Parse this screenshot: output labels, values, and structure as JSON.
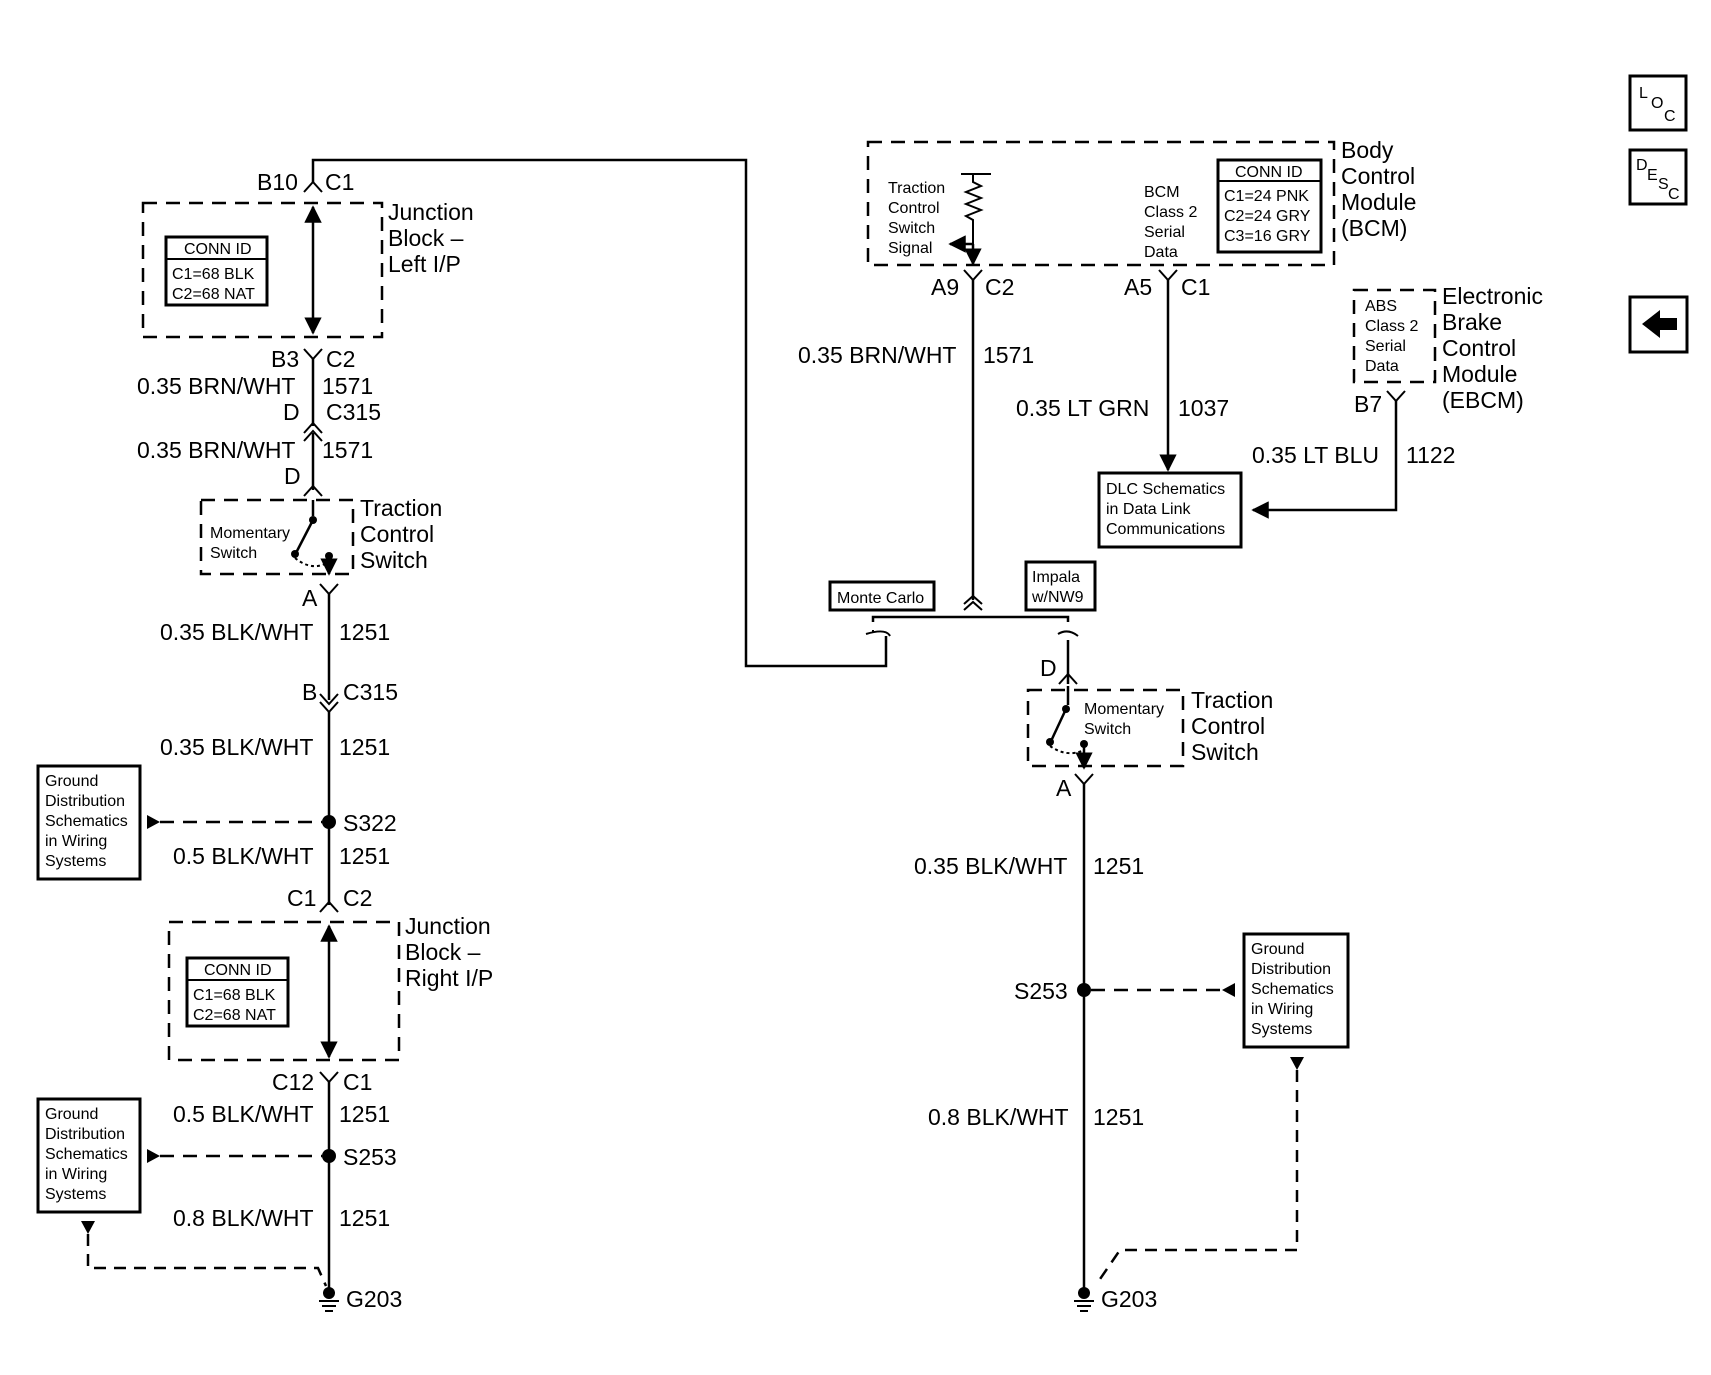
{
  "left": {
    "top_conn_pin": "B10",
    "top_conn_id": "C1",
    "jb_left_title": [
      "Junction",
      "Block –",
      "Left I/P"
    ],
    "jb_left_conn": {
      "header": "CONN ID",
      "c1": "C1=68 BLK",
      "c2": "C2=68 NAT"
    },
    "b3": "B3",
    "c2": "C2",
    "w1_gauge": "0.35 BRN/WHT",
    "w1_circuit": "1571",
    "d1": "D",
    "c315a": "C315",
    "w2_gauge": "0.35 BRN/WHT",
    "w2_circuit": "1571",
    "d2": "D",
    "switch_inner": [
      "Momentary",
      "Switch"
    ],
    "switch_title": [
      "Traction",
      "Control",
      "Switch"
    ],
    "pin_a": "A",
    "w3_gauge": "0.35 BLK/WHT",
    "w3_circuit": "1251",
    "pin_b": "B",
    "c315b": "C315",
    "w4_gauge": "0.35 BLK/WHT",
    "w4_circuit": "1251",
    "ground_ref1": [
      "Ground",
      "Distribution",
      "Schematics",
      "in Wiring",
      "Systems"
    ],
    "s322": "S322",
    "w5_gauge": "0.5 BLK/WHT",
    "w5_circuit": "1251",
    "c1b": "C1",
    "c2b": "C2",
    "jb_right_title": [
      "Junction",
      "Block –",
      "Right I/P"
    ],
    "jb_right_conn": {
      "header": "CONN ID",
      "c1": "C1=68 BLK",
      "c2": "C2=68 NAT"
    },
    "c12": "C12",
    "c1c": "C1",
    "w6_gauge": "0.5 BLK/WHT",
    "w6_circuit": "1251",
    "ground_ref2": [
      "Ground",
      "Distribution",
      "Schematics",
      "in Wiring",
      "Systems"
    ],
    "s253": "S253",
    "w7_gauge": "0.8 BLK/WHT",
    "w7_circuit": "1251",
    "g203": "G203"
  },
  "right": {
    "bcm_inner_signal": [
      "Traction",
      "Control",
      "Switch",
      "Signal"
    ],
    "bcm_inner_data": [
      "BCM",
      "Class 2",
      "Serial",
      "Data"
    ],
    "bcm_conn": {
      "header": "CONN ID",
      "c1": "C1=24 PNK",
      "c2": "C2=24 GRY",
      "c3": "C3=16 GRY"
    },
    "bcm_title": [
      "Body",
      "Control",
      "Module",
      "(BCM)"
    ],
    "a9": "A9",
    "c2": "C2",
    "a5": "A5",
    "c1": "C1",
    "w1_gauge": "0.35 BRN/WHT",
    "w1_circuit": "1571",
    "w2_gauge": "0.35 LT GRN",
    "w2_circuit": "1037",
    "ebcm_inner": [
      "ABS",
      "Class 2",
      "Serial",
      "Data"
    ],
    "ebcm_title": [
      "Electronic",
      "Brake",
      "Control",
      "Module",
      "(EBCM)"
    ],
    "b7": "B7",
    "w3_gauge": "0.35 LT BLU",
    "w3_circuit": "1122",
    "dlc_ref": [
      "DLC Schematics",
      "in Data Link",
      "Communications"
    ],
    "option_monte": "Monte Carlo",
    "option_impala": [
      "Impala",
      "w/NW9"
    ],
    "pin_d": "D",
    "switch_inner": [
      "Momentary",
      "Switch"
    ],
    "switch_title": [
      "Traction",
      "Control",
      "Switch"
    ],
    "pin_a": "A",
    "w4_gauge": "0.35 BLK/WHT",
    "w4_circuit": "1251",
    "s253": "S253",
    "ground_ref": [
      "Ground",
      "Distribution",
      "Schematics",
      "in Wiring",
      "Systems"
    ],
    "w5_gauge": "0.8 BLK/WHT",
    "w5_circuit": "1251",
    "g203": "G203"
  },
  "nav": {
    "loc": [
      "L",
      "O",
      "C"
    ],
    "desc": [
      "D",
      "E",
      "S",
      "C"
    ],
    "back_icon": "left-arrow-icon"
  }
}
